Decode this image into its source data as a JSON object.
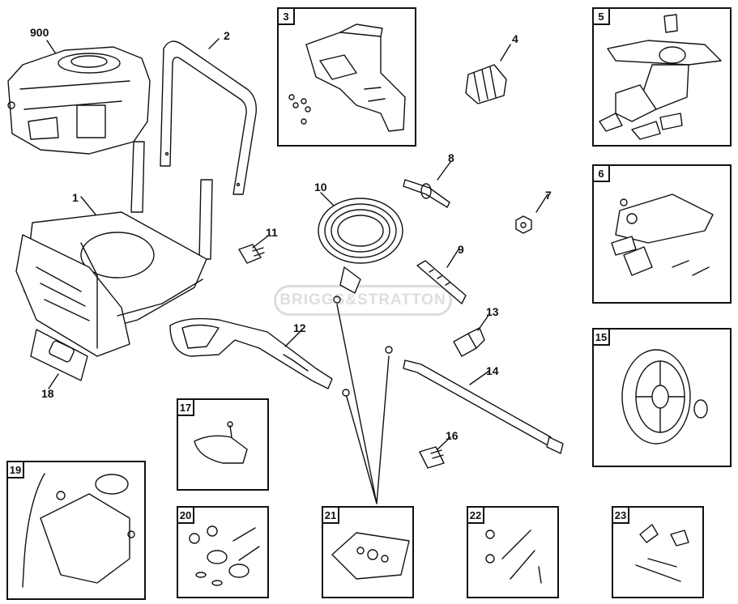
{
  "watermark": "BRIGGS&STRATTON",
  "callouts": {
    "c900": "900",
    "c1": "1",
    "c2": "2",
    "c4": "4",
    "c7": "7",
    "c8": "8",
    "c9": "9",
    "c10": "10",
    "c11": "11",
    "c12": "12",
    "c13": "13",
    "c14": "14",
    "c16": "16",
    "c18": "18"
  },
  "boxes": {
    "b3": "3",
    "b5": "5",
    "b6": "6",
    "b15": "15",
    "b17": "17",
    "b19": "19",
    "b20": "20",
    "b21": "21",
    "b22": "22",
    "b23": "23"
  }
}
